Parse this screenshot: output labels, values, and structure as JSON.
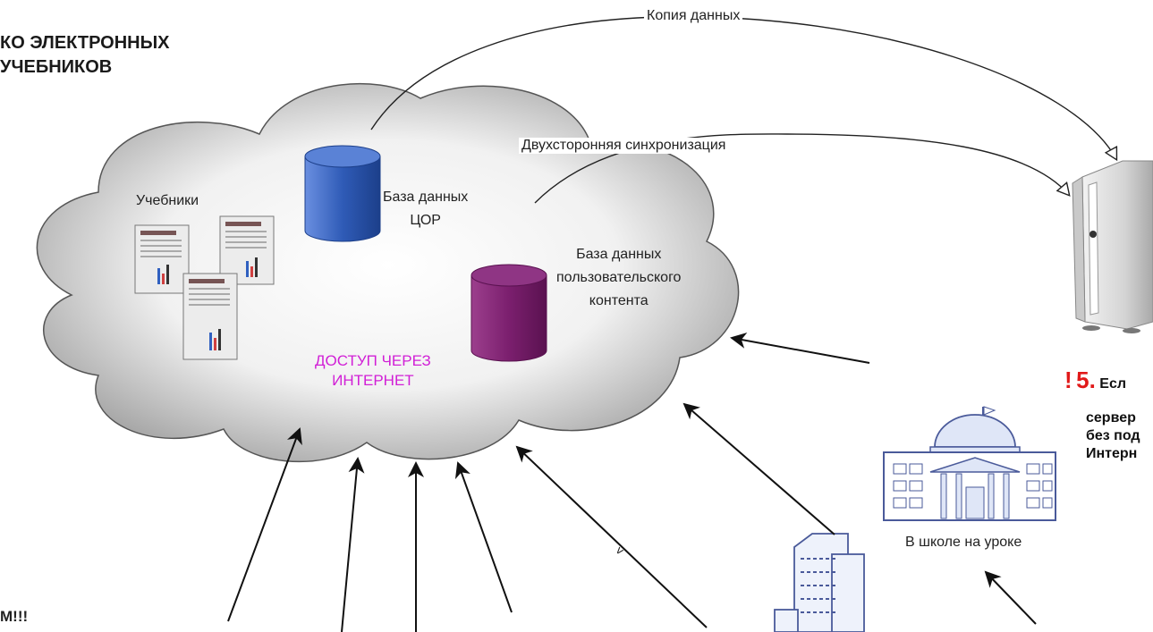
{
  "title": {
    "line1": "КО ЭЛЕКТРОННЫХ",
    "line2": "УЧЕБНИКОВ"
  },
  "edges": {
    "copy_label": "Копия данных",
    "sync_label": "Двухсторонняя синхронизация"
  },
  "cloud": {
    "textbooks_label": "Учебники",
    "db_cor_line1": "База данных",
    "db_cor_line2": "ЦОР",
    "db_user_line1": "База данных",
    "db_user_line2": "пользовательского",
    "db_user_line3": "контента",
    "access_line1": "ДОСТУП ЧЕРЕЗ",
    "access_line2": "ИНТЕРНЕТ"
  },
  "school_label": "В школе на уроке",
  "server_note": {
    "exclamation": "!",
    "number": "5.",
    "line1": "Есл",
    "line2": "сервер",
    "line3": "без под",
    "line4": "Интерн"
  },
  "bottom_left_text": "М!!!",
  "arrow_mark": "v",
  "colors": {
    "cor_db": "#2f5bb7",
    "user_db": "#7b1f6e",
    "access_text": "#d11fd6",
    "note_red": "#e11a1a"
  }
}
